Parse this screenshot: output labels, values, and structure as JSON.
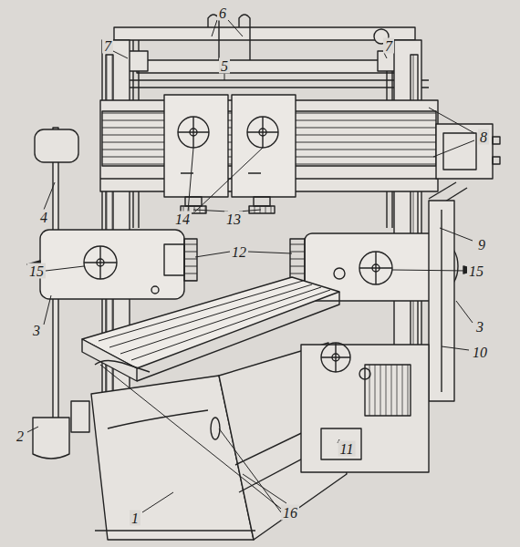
{
  "diagram": {
    "labels": [
      "6",
      "7",
      "7",
      "5",
      "8",
      "4",
      "14",
      "13",
      "9",
      "12",
      "15",
      "15",
      "3",
      "3",
      "10",
      "2",
      "11",
      "1",
      "16"
    ]
  }
}
